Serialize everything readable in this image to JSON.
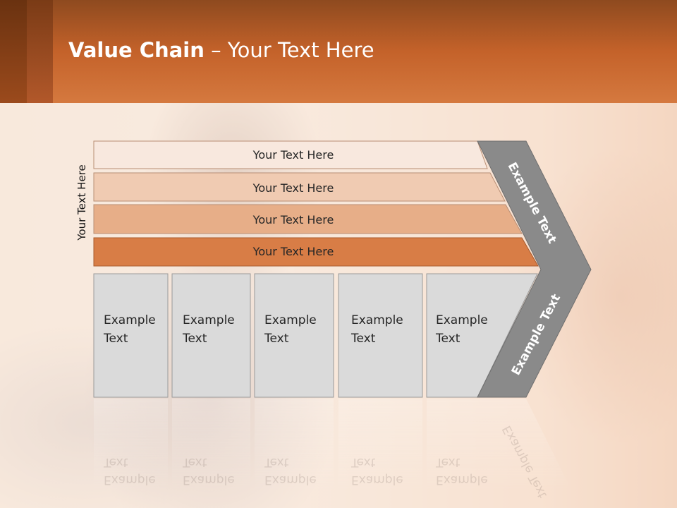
{
  "slide": {
    "title_bold": "Value Chain",
    "title_rest": " – Your Text Here",
    "side_label": "Your Text Here"
  },
  "rows": [
    {
      "label": "Your Text Here",
      "color": "#f8e8de"
    },
    {
      "label": "Your Text Here",
      "color": "#f0cbb2"
    },
    {
      "label": "Your Text Here",
      "color": "#e7ae88"
    },
    {
      "label": "Your Text Here",
      "color": "#d87d46"
    }
  ],
  "columns": [
    {
      "line1": "Example",
      "line2": "Text"
    },
    {
      "line1": "Example",
      "line2": "Text"
    },
    {
      "line1": "Example",
      "line2": "Text"
    },
    {
      "line1": "Example",
      "line2": "Text"
    },
    {
      "line1": "Example",
      "line2": "Text"
    }
  ],
  "chevron": {
    "upper_label": "Example Text",
    "lower_label": "Example Text",
    "color": "#8a8a8a"
  },
  "colors": {
    "header": "#c4622a",
    "cell_fill": "#dadada",
    "cell_border": "#9a9a9a"
  }
}
